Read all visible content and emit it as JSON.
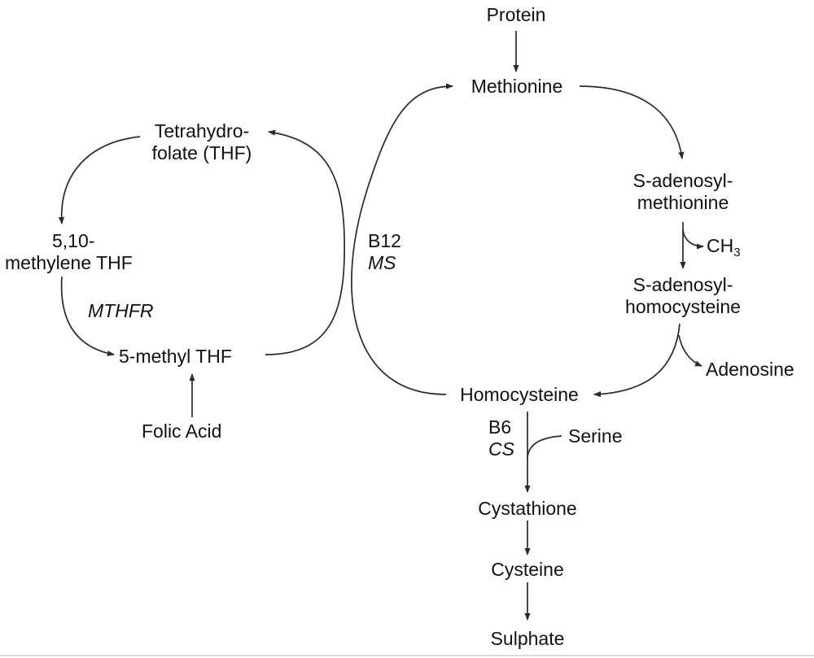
{
  "nodes": {
    "protein": "Protein",
    "methionine": "Methionine",
    "sam_line1": "S-adenosyl-",
    "sam_line2": "methionine",
    "ch3": "CH",
    "ch3_sub": "3",
    "sah_line1": "S-adenosyl-",
    "sah_line2": "homocysteine",
    "adenosine": "Adenosine",
    "homocysteine": "Homocysteine",
    "b12": "B12",
    "ms": "MS",
    "b6": "B6",
    "cs": "CS",
    "serine": "Serine",
    "cystathione": "Cystathione",
    "cysteine": "Cysteine",
    "sulphate": "Sulphate",
    "thf_line1": "Tetrahydro-",
    "thf_line2": "folate (THF)",
    "methylene_line1": "5,10-",
    "methylene_line2": "methylene THF",
    "mthfr": "MTHFR",
    "methyl_thf": "5-methyl THF",
    "folic_acid": "Folic Acid"
  },
  "colors": {
    "text": "#111111",
    "arrow": "#2a2a2a",
    "background": "#ffffff"
  }
}
